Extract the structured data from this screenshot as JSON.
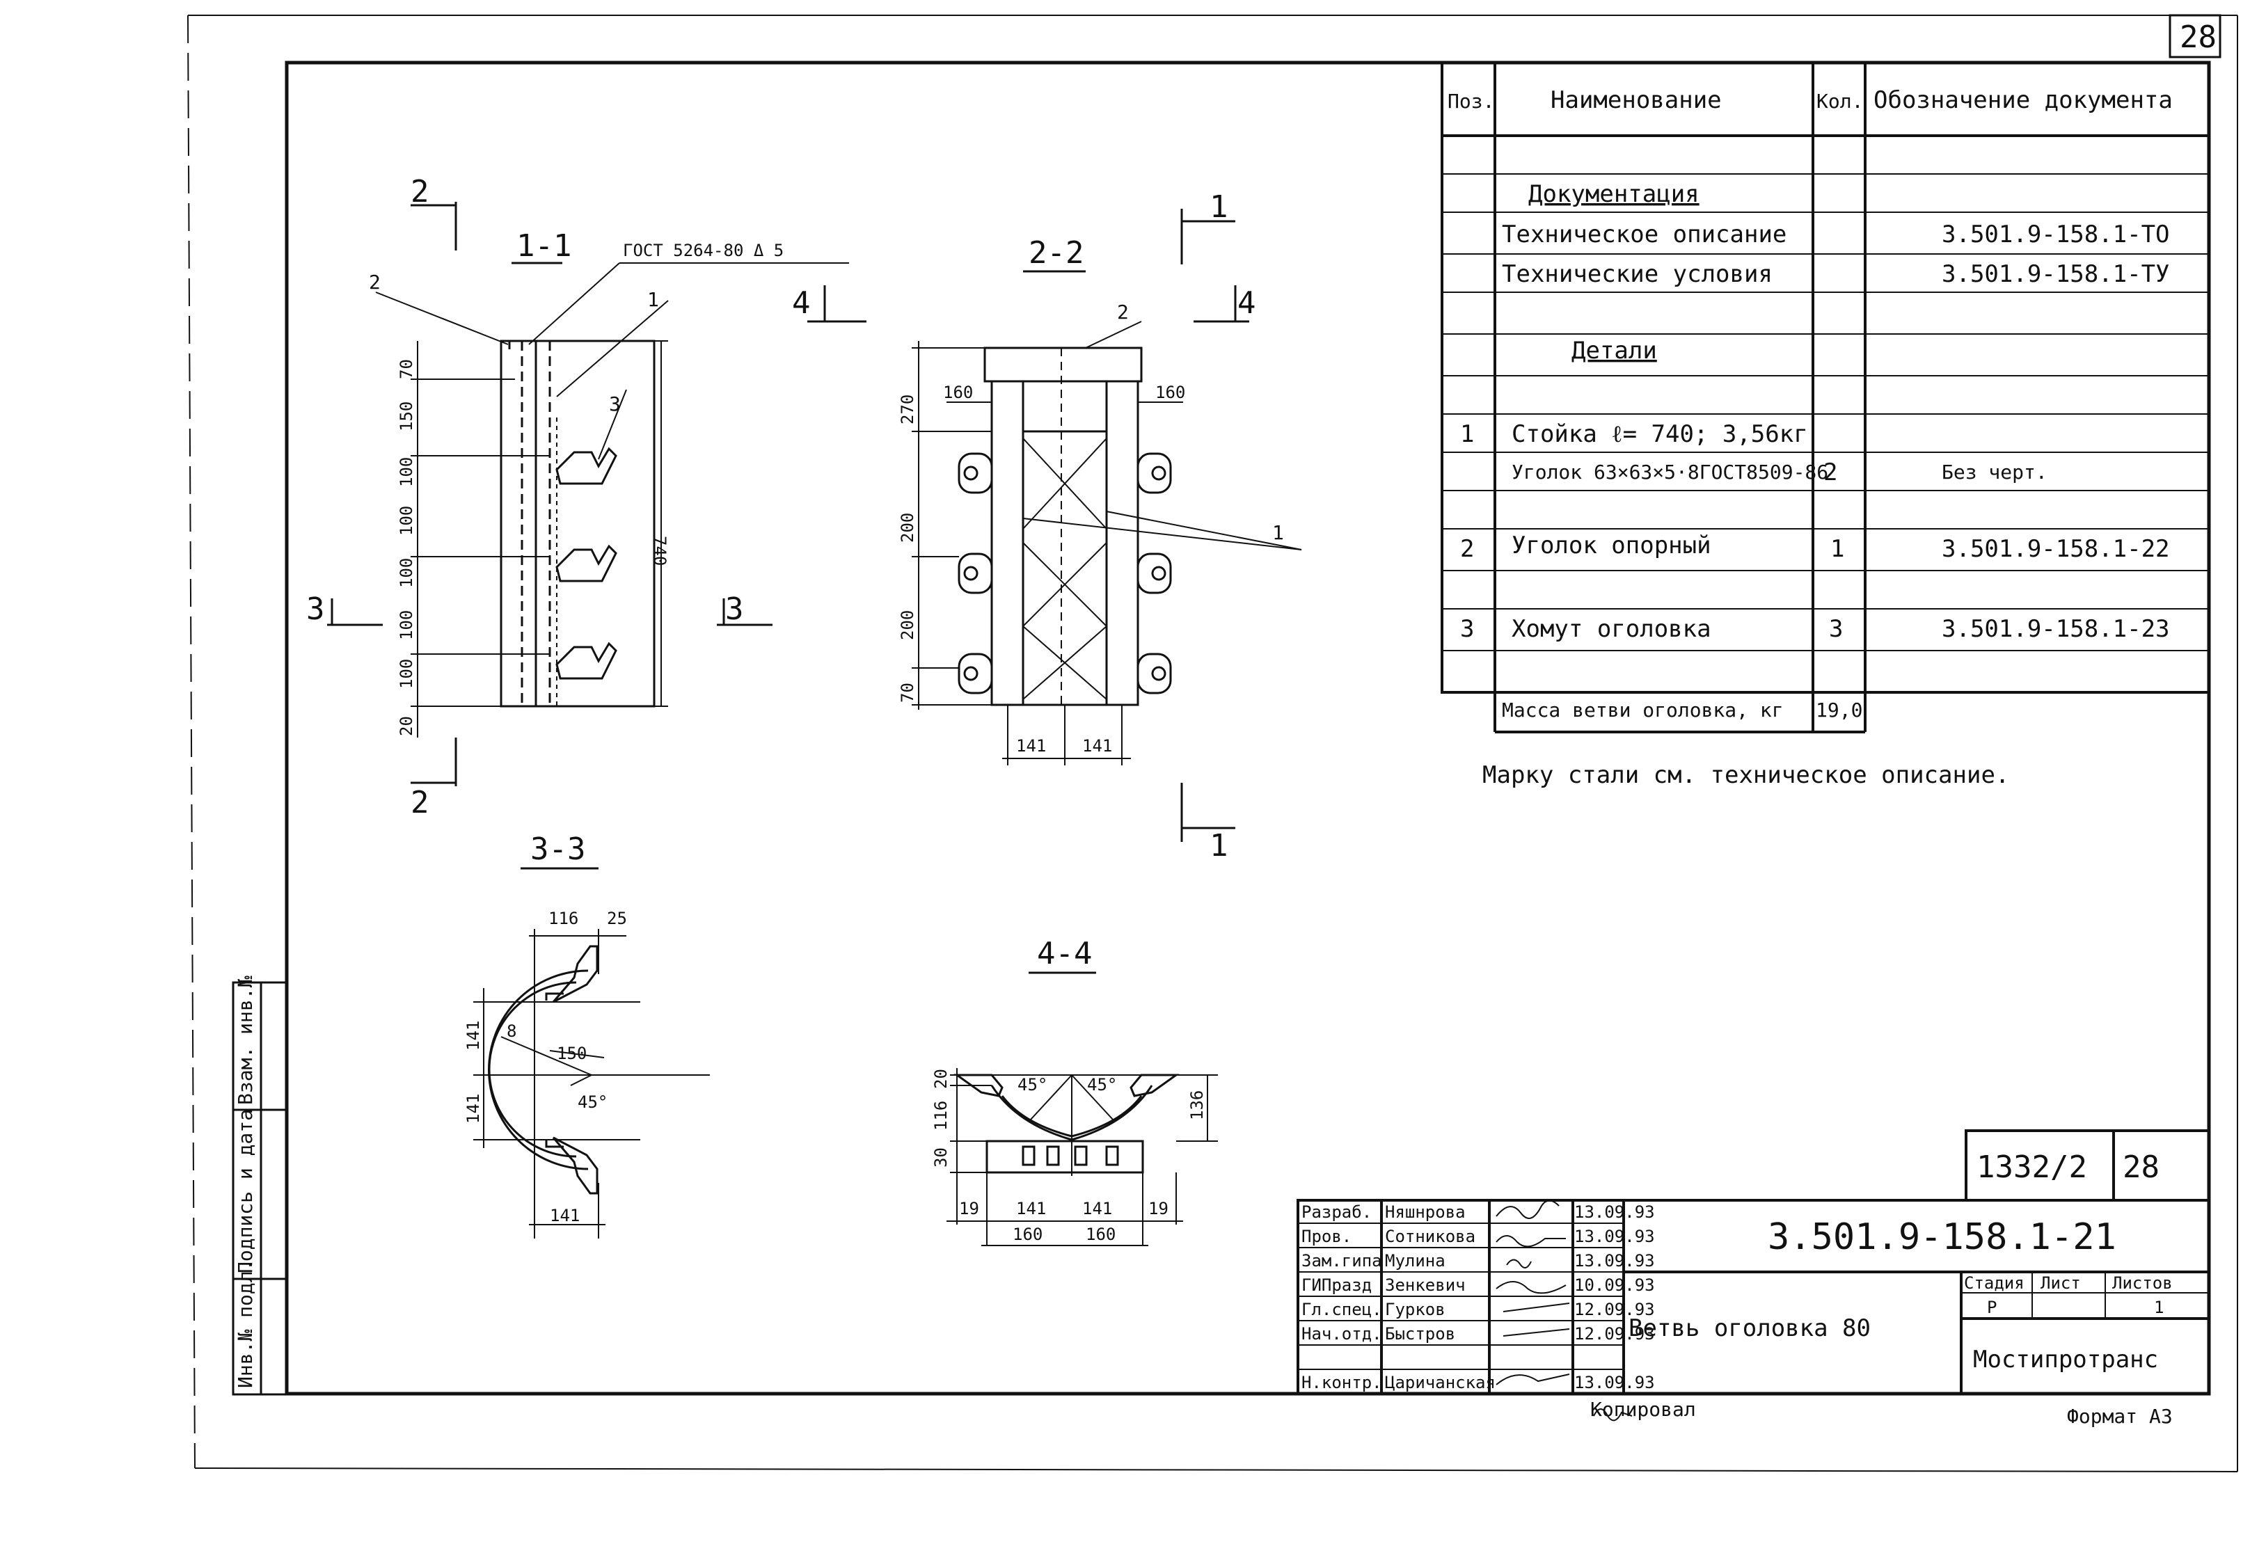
{
  "sheet_number": "28",
  "spec": {
    "headers": {
      "pos": "Поз.",
      "name": "Наименование",
      "qty": "Кол.",
      "doc": "Обозначение документа"
    },
    "sections": {
      "documentation": "Документация",
      "details": "Детали"
    },
    "rows": [
      {
        "pos": "",
        "name": "Техническое описание",
        "qty": "",
        "doc": "3.501.9-158.1-ТО"
      },
      {
        "pos": "",
        "name": "Технические условия",
        "qty": "",
        "doc": "3.501.9-158.1-ТУ"
      },
      {
        "pos": "1",
        "name": "Стойка ℓ= 740;   3,56кг",
        "qty": "",
        "doc": ""
      },
      {
        "pos": "",
        "name": "Уголок 63×63×5·8ГОСТ8509-86",
        "qty": "2",
        "doc": "Без черт."
      },
      {
        "pos": "2",
        "name": "Уголок опорный",
        "qty": "1",
        "doc": "3.501.9-158.1-22"
      },
      {
        "pos": "3",
        "name": "Хомут оголовка",
        "qty": "3",
        "doc": "3.501.9-158.1-23"
      }
    ],
    "mass_label": "Масса ветви оголовка, кг",
    "mass_value": "19,0"
  },
  "note": "Марку стали см. техническое описание.",
  "drawing": {
    "sections": [
      "1-1",
      "2-2",
      "3-3",
      "4-4"
    ],
    "weld_note": "ГОСТ 5264-80 Δ 5",
    "cut_marks": [
      "1",
      "2",
      "3",
      "4"
    ],
    "dims_1_1": [
      "70",
      "150",
      "100",
      "100",
      "100",
      "100",
      "100",
      "20",
      "740"
    ],
    "dims_2_2": [
      "270",
      "200",
      "200",
      "70",
      "160",
      "160",
      "141",
      "141"
    ],
    "dims_3_3": [
      "116",
      "25",
      "141",
      "141",
      "141",
      "8",
      "150",
      "45°"
    ],
    "dims_4_4": [
      "20",
      "116",
      "30",
      "136",
      "19",
      "141",
      "141",
      "19",
      "160",
      "160",
      "45°",
      "45°"
    ],
    "leaders": [
      "1",
      "2",
      "3"
    ]
  },
  "title_block": {
    "inventory_number": "1332/2",
    "sheet_copy": "28",
    "document_code": "3.501.9-158.1-21",
    "title": "Ветвь оголовка  80",
    "organization": "Мостипротранс",
    "stage_label": "Стадия",
    "sheet_label": "Лист",
    "sheets_label": "Листов",
    "stage_value": "Р",
    "sheets_value": "1",
    "people": [
      {
        "role": "Разраб.",
        "name": "Няшнрова",
        "date": "13.09.93"
      },
      {
        "role": "Пров.",
        "name": "Сотникова",
        "date": "13.09.93"
      },
      {
        "role": "Зам.гипа",
        "name": "Мулина",
        "date": "13.09.93"
      },
      {
        "role": "ГИПразд",
        "name": "Зенкевич",
        "date": "10.09.93"
      },
      {
        "role": "Гл.спец.",
        "name": "Гурков",
        "date": "12.09.93"
      },
      {
        "role": "Нач.отд.",
        "name": "Быстров",
        "date": "12.09.93"
      },
      {
        "role": "Н.контр.",
        "name": "Царичанская",
        "date": "13.09.93"
      }
    ],
    "copied_by": "Копировал",
    "format": "Формат А3",
    "side_labels": [
      "Инв.№ подл.",
      "Подпись и дата",
      "Взам. инв.№"
    ]
  }
}
